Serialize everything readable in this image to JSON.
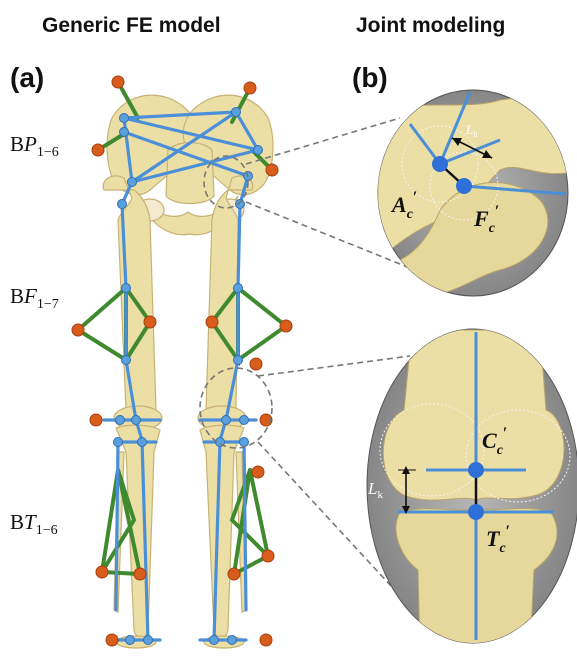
{
  "header": {
    "left_title": "Generic  FE model",
    "right_title": "Joint modeling"
  },
  "panels": {
    "a": "(a)",
    "b": "(b)"
  },
  "landmark_groups": [
    {
      "base": "B",
      "var": "P",
      "sub": "1−6"
    },
    {
      "base": "B",
      "var": "F",
      "sub": "1−7"
    },
    {
      "base": "B",
      "var": "T",
      "sub": "1−6"
    }
  ],
  "hip_inset": {
    "acetabulum_center": {
      "var": "A",
      "sub": "c",
      "prime": "′"
    },
    "femoral_head_center": {
      "var": "F",
      "sub": "c",
      "prime": "′"
    },
    "length": {
      "var": "L",
      "sub": "h"
    }
  },
  "knee_inset": {
    "condyle_center": {
      "var": "C",
      "sub": "c",
      "prime": "′"
    },
    "tibial_center": {
      "var": "T",
      "sub": "c",
      "prime": "′"
    },
    "length": {
      "var": "L",
      "sub": "k"
    }
  },
  "colors": {
    "bone": "#ecdfa6",
    "bone_edge": "#c7b274",
    "skeleton_line": "#4a8fd8",
    "joint_node": "#5aa0dc",
    "muscle_line": "#3f8a2e",
    "marker": "#d85c1c",
    "inset_bg": "#9e9e9e"
  }
}
